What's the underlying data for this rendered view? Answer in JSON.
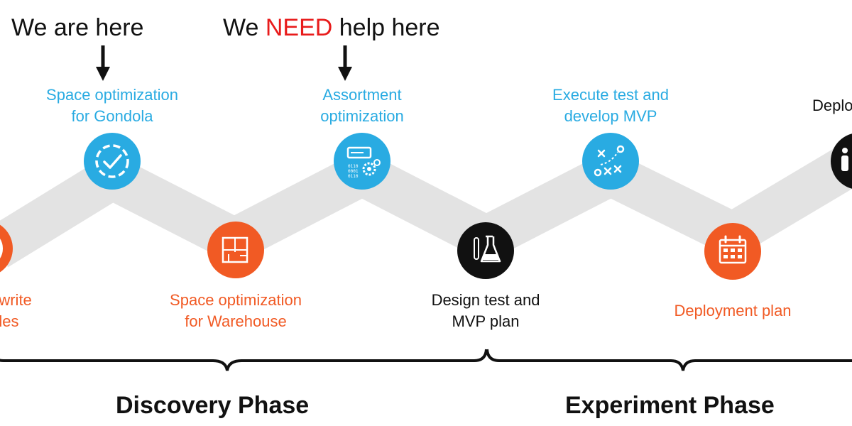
{
  "annotations": {
    "here_label": "We are here",
    "need_prefix": "We ",
    "need_highlight": "NEED",
    "need_suffix": " help here"
  },
  "steps": [
    {
      "line1": "...write",
      "line2": "...les",
      "color": "orange",
      "icon": "target-icon"
    },
    {
      "line1": "Space optimization",
      "line2": "for Gondola",
      "color": "blue",
      "icon": "dashed-check-circle-icon"
    },
    {
      "line1": "Space optimization",
      "line2": "for Warehouse",
      "color": "orange",
      "icon": "floor-plan-icon"
    },
    {
      "line1": "Assortment",
      "line2": "optimization",
      "color": "blue",
      "icon": "data-gears-icon"
    },
    {
      "line1": "Design test and",
      "line2": "MVP plan",
      "color": "black",
      "icon": "lab-flask-icon"
    },
    {
      "line1": "Execute test and",
      "line2": "develop MVP",
      "color": "blue",
      "icon": "strategy-play-icon"
    },
    {
      "line1": "Deployment plan",
      "line2": "",
      "color": "orange",
      "icon": "calendar-icon"
    },
    {
      "line1": "Deplo...",
      "line2": "",
      "color": "black",
      "icon": "person-icon"
    }
  ],
  "phases": {
    "discovery": "Discovery Phase",
    "experiment": "Experiment Phase"
  },
  "colors": {
    "blue": "#29abe2",
    "orange": "#f15a24",
    "black": "#111111",
    "highlight": "#e81b1b",
    "track": "#e3e3e3"
  }
}
